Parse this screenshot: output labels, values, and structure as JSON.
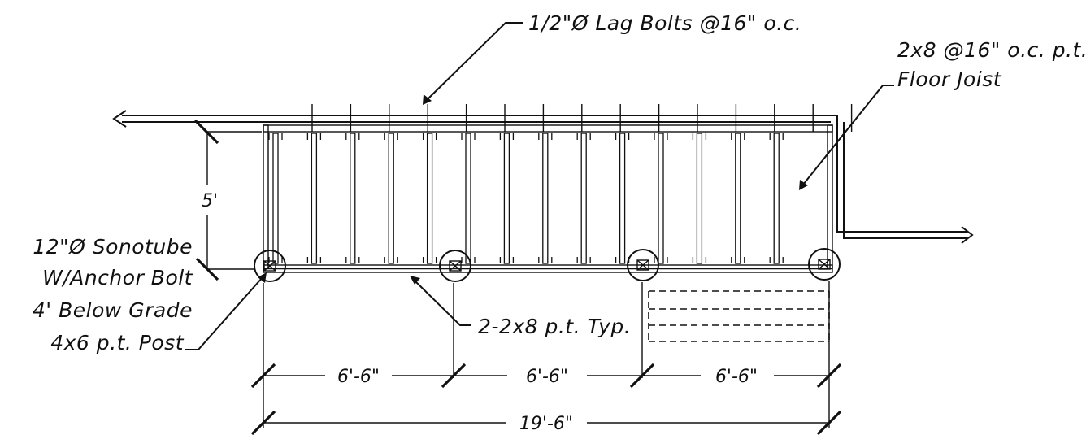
{
  "labels": {
    "lag_bolts": "1/2\"Ø Lag Bolts @16\" o.c.",
    "floor_joist_line1": "2x8 @16\" o.c. p.t.",
    "floor_joist_line2": "Floor Joist",
    "sonotube_line1": "12\"Ø Sonotube",
    "sonotube_line2": "W/Anchor Bolt",
    "sonotube_line3": "4' Below Grade",
    "sonotube_line4": "4x6 p.t. Post",
    "beam": "2-2x8 p.t. Typ."
  },
  "dimensions": {
    "depth": "5'",
    "span_1": "6'-6\"",
    "span_2": "6'-6\"",
    "span_3": "6'-6\"",
    "overall": "19'-6\""
  }
}
